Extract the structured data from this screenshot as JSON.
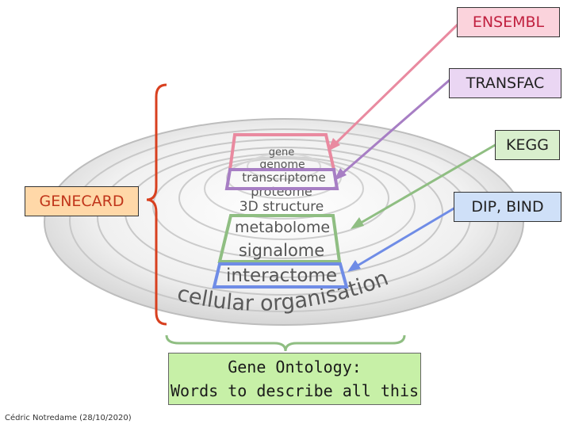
{
  "levels": {
    "gene": "gene",
    "genome": "genome",
    "transcriptome": "transcriptome",
    "proteome": "proteome",
    "structure": "3D structure",
    "metabolome": "metabolome",
    "signalome": "signalome",
    "interactome": "interactome",
    "cellular": "cellular organisation"
  },
  "databases": {
    "ensembl": "ENSEMBL",
    "transfac": "TRANSFAC",
    "kegg": "KEGG",
    "dip_bind": "DIP, BIND",
    "genecard": "GENECARD"
  },
  "ontology": {
    "line1": "Gene Ontology:",
    "line2": "Words to describe all this"
  },
  "credit": "Cédric Notredame (28/10/2020)",
  "colors": {
    "ensembl": "#e98aa0",
    "transfac": "#a77ec4",
    "kegg": "#8fbe82",
    "dip_bind": "#6f8ce6",
    "genecard": "#d8401f",
    "ontology": "#8fbe82"
  }
}
